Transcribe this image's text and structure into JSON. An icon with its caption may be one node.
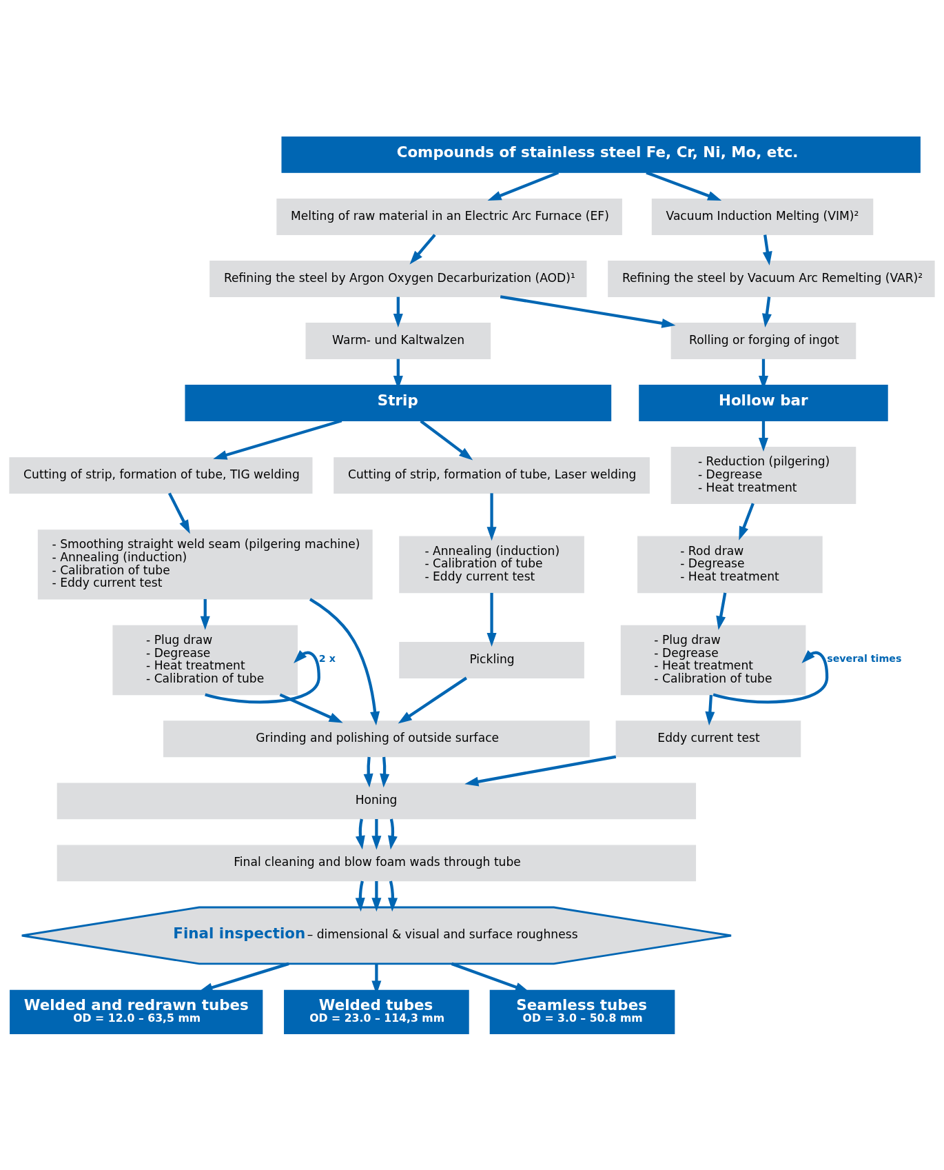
{
  "diagram": {
    "nodes": [
      {
        "text": [
          "Compounds of stainless steel Fe, Cr, Ni, Mo, etc."
        ]
      },
      {
        "text": [
          "Melting of raw material in an Electric Arc Furnace (EF)"
        ]
      },
      {
        "text": [
          "Vacuum Induction Melting (VIM)²"
        ]
      },
      {
        "text": [
          "Refining the steel by Argon Oxygen Decarburization (AOD)¹"
        ]
      },
      {
        "text": [
          "Refining the steel by Vacuum Arc Remelting (VAR)²"
        ]
      },
      {
        "text": [
          "Warm- und Kaltwalzen"
        ]
      },
      {
        "text": [
          "Rolling or forging of ingot"
        ]
      },
      {
        "text": [
          "Strip"
        ]
      },
      {
        "text": [
          "Hollow bar"
        ]
      },
      {
        "text": [
          "Cutting of strip, formation of tube, TIG welding"
        ]
      },
      {
        "text": [
          "Cutting of strip, formation of tube, Laser welding"
        ]
      },
      {
        "text": [
          "- Reduction (pilgering)",
          "- Degrease",
          "- Heat treatment"
        ]
      },
      {
        "text": [
          "- Smoothing straight weld seam (pilgering machine)",
          "- Annealing (induction)",
          "- Calibration of tube",
          "- Eddy current test"
        ]
      },
      {
        "text": [
          "- Annealing (induction)",
          "- Calibration of tube",
          "- Eddy current test"
        ]
      },
      {
        "text": [
          "- Rod draw",
          "- Degrease",
          "- Heat treatment"
        ]
      },
      {
        "text": [
          "- Plug draw",
          "- Degrease",
          "- Heat treatment",
          "- Calibration of tube"
        ]
      },
      {
        "text": [
          "Pickling"
        ]
      },
      {
        "text": [
          "- Plug draw",
          "- Degrease",
          "- Heat treatment",
          "- Calibration of tube"
        ]
      },
      {
        "text": [
          "Grinding and polishing of outside surface"
        ]
      },
      {
        "text": [
          "Eddy current test"
        ]
      },
      {
        "text": [
          "Honing"
        ]
      },
      {
        "text": [
          "Final cleaning and blow foam wads through tube"
        ]
      },
      {
        "text": [
          "Final inspection",
          "– dimensional & visual and surface roughness"
        ]
      },
      {
        "text": [
          "Welded and redrawn tubes",
          "OD = 12.0 – 63,5 mm"
        ]
      },
      {
        "text": [
          "Welded tubes",
          "OD = 23.0 – 114,3 mm"
        ]
      },
      {
        "text": [
          "Seamless tubes",
          "OD = 3.0 – 50.8 mm"
        ]
      }
    ],
    "edges": [
      {
        "from": 0,
        "to": 1,
        "arrow": "to"
      },
      {
        "from": 0,
        "to": 2,
        "arrow": "to"
      },
      {
        "from": 1,
        "to": 3,
        "arrow": "to"
      },
      {
        "from": 2,
        "to": 4,
        "arrow": "to"
      },
      {
        "from": 3,
        "to": 5,
        "arrow": "to"
      },
      {
        "from": 3,
        "to": 6,
        "arrow": "to"
      },
      {
        "from": 4,
        "to": 6,
        "arrow": "to"
      },
      {
        "from": 5,
        "to": 7,
        "arrow": "to"
      },
      {
        "from": 6,
        "to": 8,
        "arrow": "to"
      },
      {
        "from": 7,
        "to": 9,
        "arrow": "to"
      },
      {
        "from": 7,
        "to": 10,
        "arrow": "to"
      },
      {
        "from": 8,
        "to": 11,
        "arrow": "to"
      },
      {
        "from": 9,
        "to": 12,
        "arrow": "to"
      },
      {
        "from": 10,
        "to": 13,
        "arrow": "to"
      },
      {
        "from": 11,
        "to": 14,
        "arrow": "to"
      },
      {
        "from": 12,
        "to": 15,
        "arrow": "to"
      },
      {
        "from": 12,
        "to": 18,
        "arrow": "to"
      },
      {
        "from": 13,
        "to": 16,
        "arrow": "to"
      },
      {
        "from": 14,
        "to": 17,
        "arrow": "to"
      },
      {
        "from": 15,
        "to": 15,
        "arrow": "to",
        "label": "2 x"
      },
      {
        "from": 17,
        "to": 17,
        "arrow": "to",
        "label": "several times"
      },
      {
        "from": 15,
        "to": 18,
        "arrow": "to"
      },
      {
        "from": 16,
        "to": 18,
        "arrow": "to"
      },
      {
        "from": 17,
        "to": 19,
        "arrow": "to"
      },
      {
        "from": 18,
        "to": 20,
        "arrow": "to"
      },
      {
        "from": 18,
        "to": 20,
        "arrow": "to"
      },
      {
        "from": 19,
        "to": 20,
        "arrow": "to"
      },
      {
        "from": 20,
        "to": 21,
        "arrow": "to"
      },
      {
        "from": 20,
        "to": 21,
        "arrow": "to"
      },
      {
        "from": 20,
        "to": 21,
        "arrow": "to"
      },
      {
        "from": 21,
        "to": 22,
        "arrow": "to"
      },
      {
        "from": 21,
        "to": 22,
        "arrow": "to"
      },
      {
        "from": 21,
        "to": 22,
        "arrow": "to"
      },
      {
        "from": 22,
        "to": 23,
        "arrow": "to"
      },
      {
        "from": 22,
        "to": 24,
        "arrow": "to"
      },
      {
        "from": 22,
        "to": 25,
        "arrow": "to"
      }
    ]
  }
}
